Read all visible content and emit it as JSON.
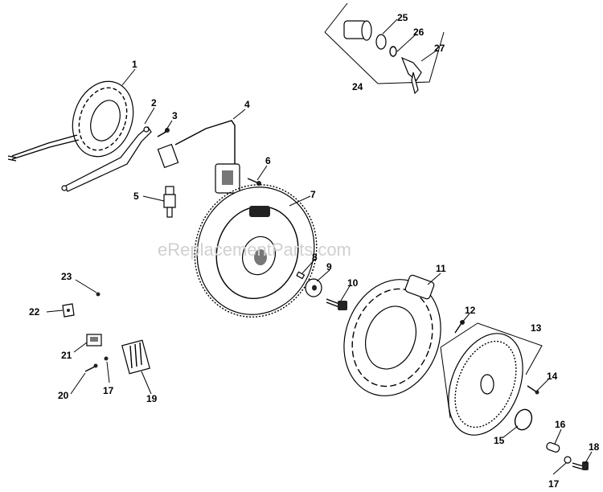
{
  "watermark": "eReplacementParts.com",
  "parts": [
    {
      "id": "p1",
      "label": "1"
    },
    {
      "id": "p2",
      "label": "2"
    },
    {
      "id": "p3",
      "label": "3"
    },
    {
      "id": "p4",
      "label": "4"
    },
    {
      "id": "p5",
      "label": "5"
    },
    {
      "id": "p6",
      "label": "6"
    },
    {
      "id": "p7",
      "label": "7"
    },
    {
      "id": "p8",
      "label": "8"
    },
    {
      "id": "p9",
      "label": "9"
    },
    {
      "id": "p10",
      "label": "10"
    },
    {
      "id": "p11",
      "label": "11"
    },
    {
      "id": "p12",
      "label": "12"
    },
    {
      "id": "p13",
      "label": "13"
    },
    {
      "id": "p14",
      "label": "14"
    },
    {
      "id": "p15",
      "label": "15"
    },
    {
      "id": "p16",
      "label": "16"
    },
    {
      "id": "p17a",
      "label": "17"
    },
    {
      "id": "p17b",
      "label": "17"
    },
    {
      "id": "p18",
      "label": "18"
    },
    {
      "id": "p19",
      "label": "19"
    },
    {
      "id": "p20",
      "label": "20"
    },
    {
      "id": "p21",
      "label": "21"
    },
    {
      "id": "p22",
      "label": "22"
    },
    {
      "id": "p23",
      "label": "23"
    },
    {
      "id": "p24",
      "label": "24"
    },
    {
      "id": "p25",
      "label": "25"
    },
    {
      "id": "p26",
      "label": "26"
    },
    {
      "id": "p27",
      "label": "27"
    }
  ]
}
